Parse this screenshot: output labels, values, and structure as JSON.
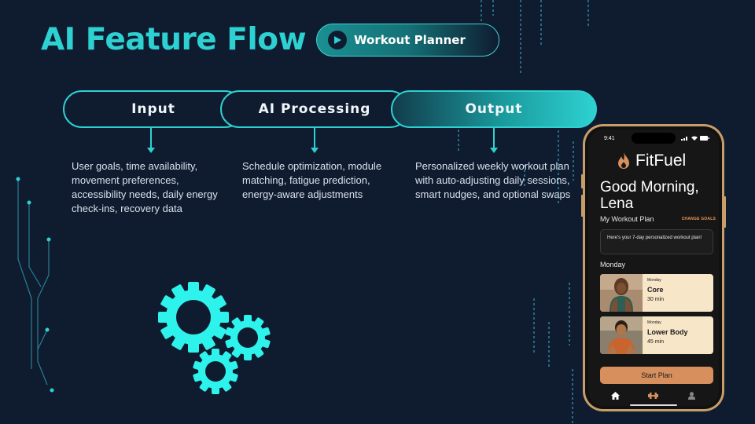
{
  "header": {
    "title": "AI Feature Flow",
    "badge_label": "Workout Planner",
    "badge_icon": "play-arrow-icon"
  },
  "flow": {
    "stages": [
      {
        "label": "Input",
        "description": "User goals, time availability, movement preferences, accessibility needs, daily energy check-ins, recovery data"
      },
      {
        "label": "AI Processing",
        "description": "Schedule optimization, module matching, fatigue prediction, energy-aware adjustments"
      },
      {
        "label": "Output",
        "description": "Personalized weekly workout plan with auto-adjusting daily sessions, smart nudges, and optional swaps"
      }
    ]
  },
  "decoration": {
    "icon": "gears-icon"
  },
  "phone": {
    "status_time": "9:41",
    "app_name": "FitFuel",
    "app_icon": "flame-icon",
    "greeting": "Good Morning, Lena",
    "plan_title": "My Workout Plan",
    "change_goals": "CHANGE GOALS",
    "message": "Here's your 7-day personalized workout plan!",
    "day_label": "Monday",
    "workouts": [
      {
        "day": "Monday",
        "name": "Core",
        "duration": "30 min"
      },
      {
        "day": "Monday",
        "name": "Lower Body",
        "duration": "45 min"
      }
    ],
    "start_button": "Start Plan",
    "tabs": [
      "home-icon",
      "dumbbell-icon",
      "profile-icon"
    ]
  },
  "colors": {
    "background": "#0f1c30",
    "accent": "#2ed1d1",
    "phone_accent": "#d78f5d",
    "card": "#f8e6c9"
  }
}
